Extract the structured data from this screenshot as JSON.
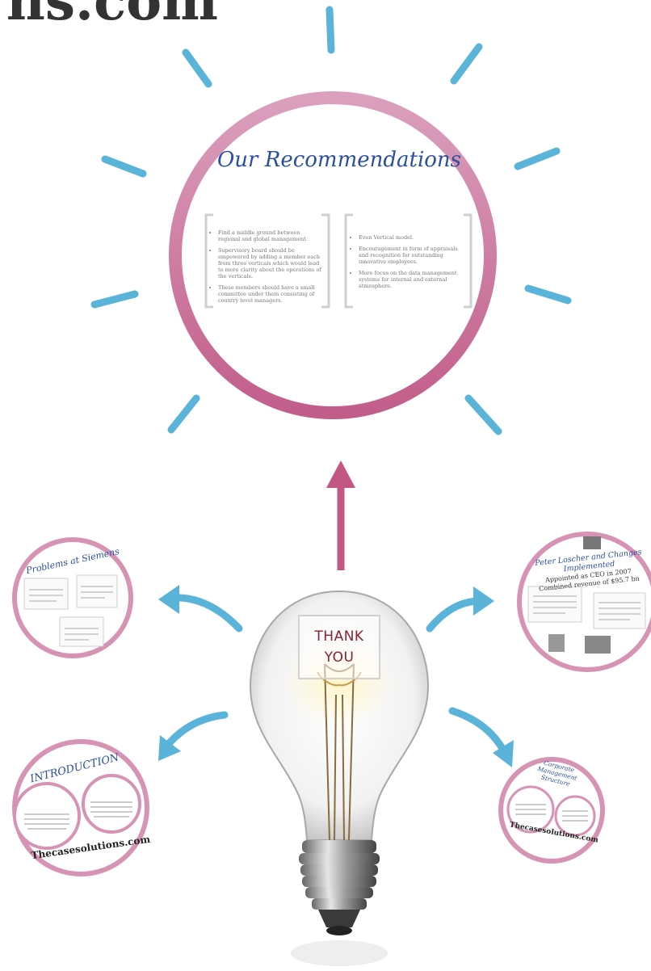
{
  "header": {
    "site_title_fragment": "ns.com"
  },
  "center_circle": {
    "title": "Our Recommendations",
    "left_bullets": [
      "Find a middle ground between regional and global management.",
      "Supervisory board should be empowered by adding a member each from three verticals which would lead to more clarity about the operations of the verticals.",
      "These members should have a small committee under them consisting of country level managers."
    ],
    "right_bullets": [
      "Even Vertical model.",
      "Encouragement in form of appraisals and recognition for outstanding innovative employees.",
      "More focus on the data management systems for internal and external atmosphere."
    ]
  },
  "bulb": {
    "line1": "THANK",
    "line2": "YOU"
  },
  "nodes": {
    "problems": {
      "title": "Problems at Siemens"
    },
    "introduction": {
      "title": "INTRODUCTION",
      "brand": "Thecasesolutions.com"
    },
    "peter": {
      "title_line1": "Peter Loscher and Changes",
      "title_line2": "Implemented",
      "sub_line1": "Appointed as CEO in 2007",
      "sub_line2": "Combined revenue of $95.7 bn"
    },
    "corporate": {
      "title_line1": "Corporate",
      "title_line2": "Management",
      "title_line3": "Structure",
      "brand": "Thecasesolutions.com"
    }
  },
  "colors": {
    "circle_pink": "#c9719a",
    "arrow_pink": "#c25783",
    "ray_blue": "#5ab3d9",
    "title_blue": "#2b4fa0"
  }
}
